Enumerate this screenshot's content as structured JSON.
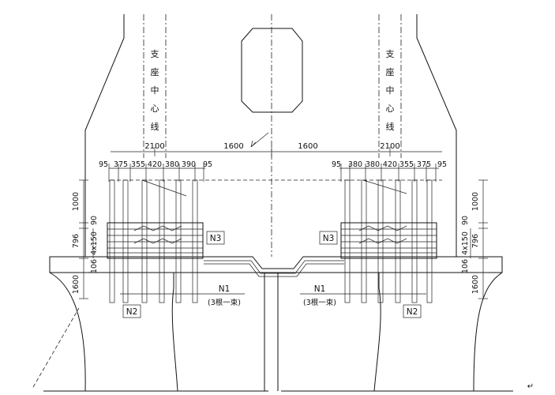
{
  "labels": {
    "center_left": [
      "支",
      "座",
      "中",
      "心",
      "线"
    ],
    "center_right": [
      "支",
      "座",
      "中",
      "心",
      "线"
    ],
    "n1": "N1",
    "n1_note": "(3根一束)",
    "n2": "N2",
    "n3": "N3"
  },
  "dims": {
    "half_span": "1600",
    "pad_width": "2100",
    "left_spacing": [
      "95",
      "375",
      "355",
      "420",
      "380",
      "390",
      "95"
    ],
    "right_spacing": [
      "95",
      "380",
      "380",
      "420",
      "355",
      "375",
      "95"
    ],
    "vertical": [
      "1000",
      "90",
      "796",
      "4x150",
      "106",
      "1600"
    ]
  },
  "return_mark": "↵"
}
